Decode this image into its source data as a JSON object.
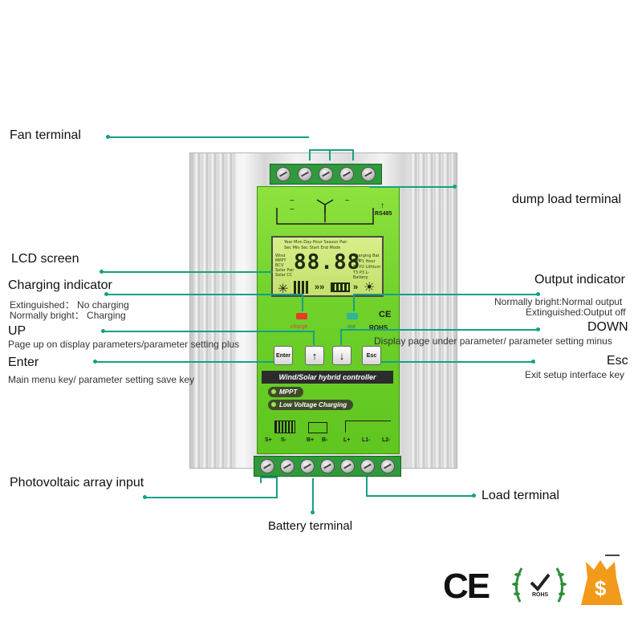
{
  "labels": {
    "fan_terminal": "Fan terminal",
    "dump_load_terminal": "dump load terminal",
    "lcd_screen": "LCD screen",
    "charging_indicator": "Charging indicator",
    "charging_extinguished": "Extinguished： No charging",
    "charging_bright": "Normally bright： Charging",
    "output_indicator": "Output indicator",
    "output_bright": "Normally bright:Normal output",
    "output_extinguished": "Extinguished:Output off",
    "up": "UP",
    "up_desc": "Page up on display parameters/parameter setting plus",
    "down": "DOWN",
    "down_desc": "Display page under parameter/ parameter setting minus",
    "enter": "Enter",
    "enter_desc": "Main menu key/ parameter setting save key",
    "esc": "Esc",
    "esc_desc": "Exit setup interface key",
    "pv_input": "Photovoltaic array input",
    "load_terminal": "Load terminal",
    "battery_terminal": "Battery terminal"
  },
  "device": {
    "lcd_digits": "88.88",
    "lcd_left_labels": [
      "Wind",
      "MPPT",
      "BCV",
      "Solar Pwr",
      "Solar CC"
    ],
    "lcd_top_labels": [
      "Year Mon Day Hour Season Pwr",
      "Sec Min Sec Start End Mode"
    ],
    "lcd_right_labels": [
      "Charging Bat T-W",
      "T1 P1 Hour",
      "T2 P2 Lithium",
      "T3 P3 L-Battery"
    ],
    "led_charge_label": "charge",
    "led_out_label": "out",
    "btn_enter": "Enter",
    "btn_up": "↑",
    "btn_down": "↓",
    "btn_esc": "Esc",
    "rs485": "RS485",
    "ce_mark": "CE",
    "rohs_mark": "ROHS",
    "banner": "Wind/Solar hybrid controller",
    "pill_mppt": "MPPT",
    "pill_lvc": "Low Voltage Charging",
    "term_s_plus": "S+",
    "term_s_minus": "S-",
    "term_b_plus": "B+",
    "term_b_minus": "B-",
    "term_l_plus": "L+",
    "term_l1": "L1-",
    "term_l2": "L2-",
    "wind_symbols": "~ ~ ~"
  },
  "certifications": {
    "ce": "CE",
    "rohs": "ROHS",
    "coin_symbol": "$"
  },
  "colors": {
    "leader": "#16a085",
    "panel_green": "#6fd12a",
    "terminal_green": "#2f9a3c",
    "led_charge": "#e83a2a",
    "led_out": "#2fb39a",
    "coin_orange": "#f29a1a"
  }
}
